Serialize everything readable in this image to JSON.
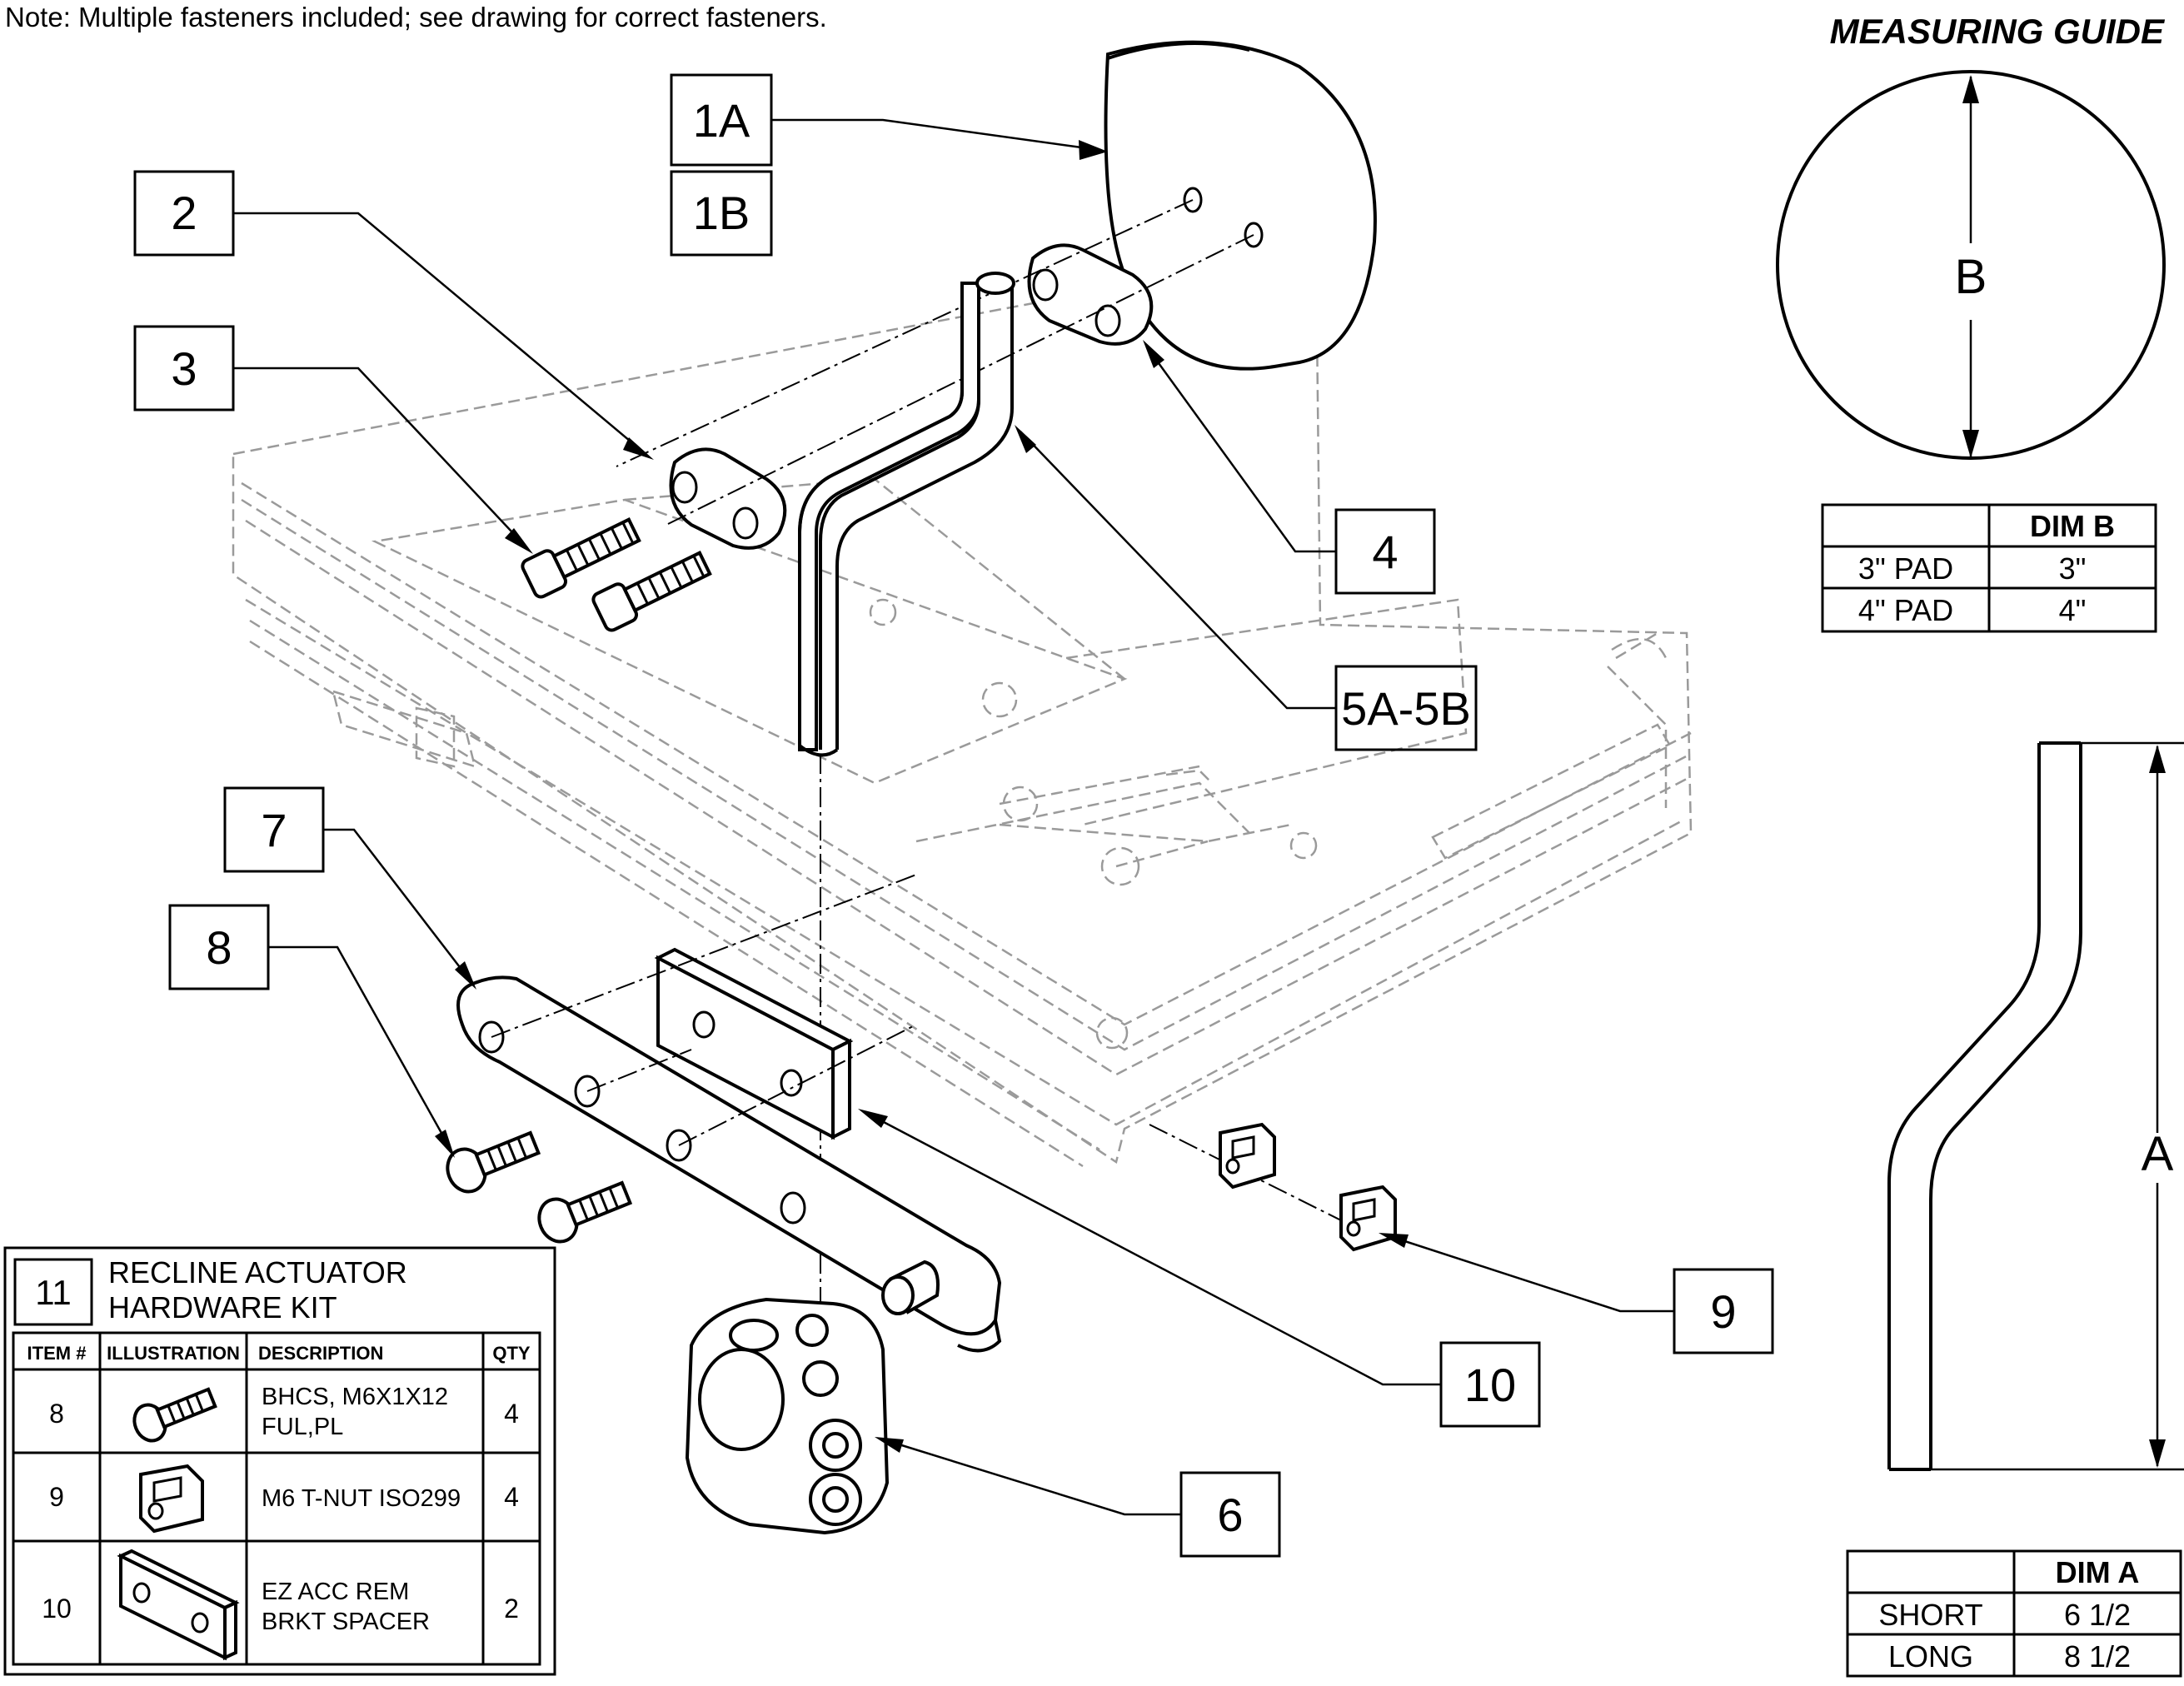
{
  "note": "Note: Multiple fasteners included; see drawing for correct fasteners.",
  "callouts": {
    "c1a": "1A",
    "c1b": "1B",
    "c2": "2",
    "c3": "3",
    "c4": "4",
    "c5": "5A-5B",
    "c6": "6",
    "c7": "7",
    "c8": "8",
    "c9": "9",
    "c10": "10"
  },
  "guide": {
    "title": "MEASURING GUIDE",
    "dim_b_label": "B",
    "dim_a_label": "A",
    "table_b": {
      "header": "DIM B",
      "rows": [
        {
          "name": "3\" PAD",
          "value": "3\""
        },
        {
          "name": "4\" PAD",
          "value": "4\""
        }
      ]
    },
    "table_a": {
      "header": "DIM A",
      "rows": [
        {
          "name": "SHORT",
          "value": "6 1/2"
        },
        {
          "name": "LONG",
          "value": "8 1/2"
        }
      ]
    }
  },
  "kit": {
    "number": "11",
    "title_line1": "RECLINE ACTUATOR",
    "title_line2": "HARDWARE KIT",
    "columns": [
      "ITEM #",
      "ILLUSTRATION",
      "DESCRIPTION",
      "QTY"
    ],
    "rows": [
      {
        "item": "8",
        "desc1": "BHCS, M6X1X12",
        "desc2": "FUL,PL",
        "qty": "4",
        "icon": "button-head-screw-icon"
      },
      {
        "item": "9",
        "desc1": "M6 T-NUT ISO299",
        "desc2": "",
        "qty": "4",
        "icon": "t-nut-icon"
      },
      {
        "item": "10",
        "desc1": "EZ ACC REM",
        "desc2": "BRKT SPACER",
        "qty": "2",
        "icon": "spacer-icon"
      }
    ]
  }
}
